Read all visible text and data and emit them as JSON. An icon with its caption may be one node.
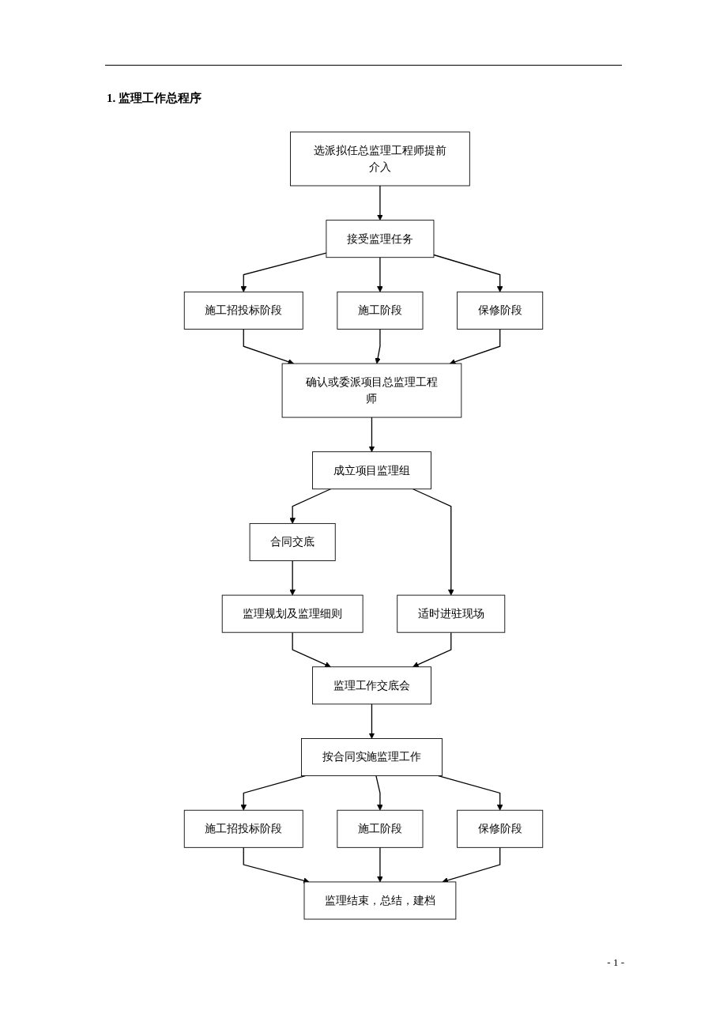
{
  "diagram": {
    "title": "1.   监理工作总程序",
    "nodes": [
      {
        "text": [
          "接受监理任务"
        ]
      },
      {
        "text": [
          "施工招投标阶段"
        ]
      },
      {
        "text": [
          "施工阶段"
        ]
      },
      {
        "text": [
          "保修阶段"
        ]
      },
      {
        "text": [
          "选派拟任总监理工程师提前介入"
        ]
      },
      {
        "text": [
          "确认或委派项目总监理工程师"
        ]
      },
      {
        "text": [
          "成立项目监理组"
        ]
      },
      {
        "text": [
          "适时进驻现场"
        ]
      },
      {
        "text": [
          "合同交底"
        ]
      },
      {
        "text": [
          "监理规划及监理细则"
        ]
      },
      {
        "text": [
          "监理工作交底会"
        ]
      },
      {
        "text": [
          "按合同实施监理工作"
        ]
      },
      {
        "text": [
          "施工招投标阶段"
        ]
      },
      {
        "text": [
          "施工阶段"
        ]
      },
      {
        "text": [
          "保修阶段"
        ]
      },
      {
        "text": [
          "监理结束，总结，建档"
        ]
      }
    ],
    "edges": [
      {
        "from": 4,
        "to": 0,
        "arrow": "to"
      },
      {
        "from": 0,
        "to": 1,
        "arrow": "to"
      },
      {
        "from": 0,
        "to": 2,
        "arrow": "to"
      },
      {
        "from": 0,
        "to": 3,
        "arrow": "to"
      },
      {
        "from": 1,
        "to": 5,
        "arrow": "to"
      },
      {
        "from": 2,
        "to": 5,
        "arrow": "to"
      },
      {
        "from": 3,
        "to": 5,
        "arrow": "to"
      },
      {
        "from": 5,
        "to": 6,
        "arrow": "to"
      },
      {
        "from": 6,
        "to": 8,
        "arrow": "to"
      },
      {
        "from": 6,
        "to": 7,
        "arrow": "to"
      },
      {
        "from": 8,
        "to": 9,
        "arrow": "to"
      },
      {
        "from": 9,
        "to": 10,
        "arrow": "to"
      },
      {
        "from": 7,
        "to": 10,
        "arrow": "to"
      },
      {
        "from": 10,
        "to": 11,
        "arrow": "to"
      },
      {
        "from": 11,
        "to": 12,
        "arrow": "to"
      },
      {
        "from": 11,
        "to": 13,
        "arrow": "to"
      },
      {
        "from": 11,
        "to": 14,
        "arrow": "to"
      },
      {
        "from": 12,
        "to": 15,
        "arrow": "to"
      },
      {
        "from": 13,
        "to": 15,
        "arrow": "to"
      },
      {
        "from": 14,
        "to": 15,
        "arrow": "to"
      }
    ],
    "labels": [
      "- 1 -"
    ]
  }
}
